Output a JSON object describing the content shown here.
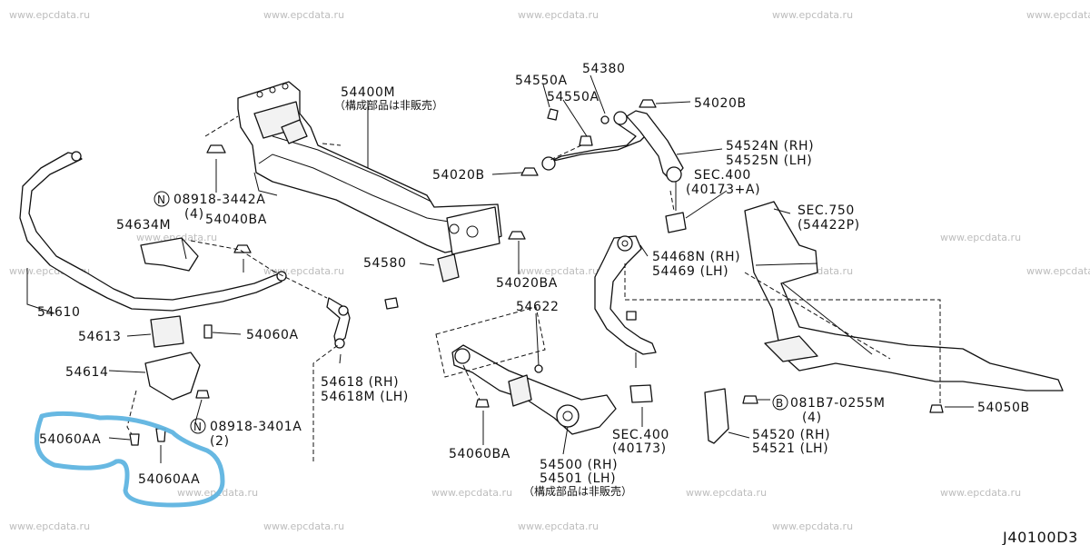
{
  "watermark": "www.epcdata.ru",
  "diagram_code": "J40100D3",
  "callouts": {
    "c54400M": "54400M",
    "c54400M_note": "（構成部品は非販売）",
    "c54380": "54380",
    "c54550A_1": "54550A",
    "c54550A_2": "54550A",
    "c54020B_top": "54020B",
    "c54524N": "54524N (RH)",
    "c54525N": "54525N (LH)",
    "c54020B_mid": "54020B",
    "sec400a": "SEC.400",
    "sec400a_ref": "(40173+A)",
    "sec750": "SEC.750",
    "sec750_ref": "(54422P)",
    "c08918_3442A": "08918-3442A",
    "c08918_3442A_qty": "(4)",
    "c54040BA": "54040BA",
    "c54634M": "54634M",
    "c54580": "54580",
    "c54020BA": "54020BA",
    "c54468N": "54468N (RH)",
    "c54469": "54469 (LH)",
    "c54610": "54610",
    "c54622": "54622",
    "c54613": "54613",
    "c54060A": "54060A",
    "c54614": "54614",
    "c54618": "54618 (RH)",
    "c54618M": "54618M (LH)",
    "c081B7": "081B7-0255M",
    "c081B7_qty": "(4)",
    "c54050B": "54050B",
    "c08918_3401A": "08918-3401A",
    "c08918_3401A_qty": "(2)",
    "c54060AA_1": "54060AA",
    "c54060AA_2": "54060AA",
    "c54060BA": "54060BA",
    "c54500": "54500 (RH)",
    "c54501": "54501 (LH)",
    "c54500_note": "（構成部品は非販売）",
    "sec400b": "SEC.400",
    "sec400b_ref": "(40173)",
    "c54520": "54520 (RH)",
    "c54521": "54521 (LH)",
    "circ_n": "N",
    "circ_b": "B"
  },
  "colors": {
    "ink": "#111111",
    "watermark": "#bdbdbd",
    "highlight": "#5fb4e0"
  }
}
